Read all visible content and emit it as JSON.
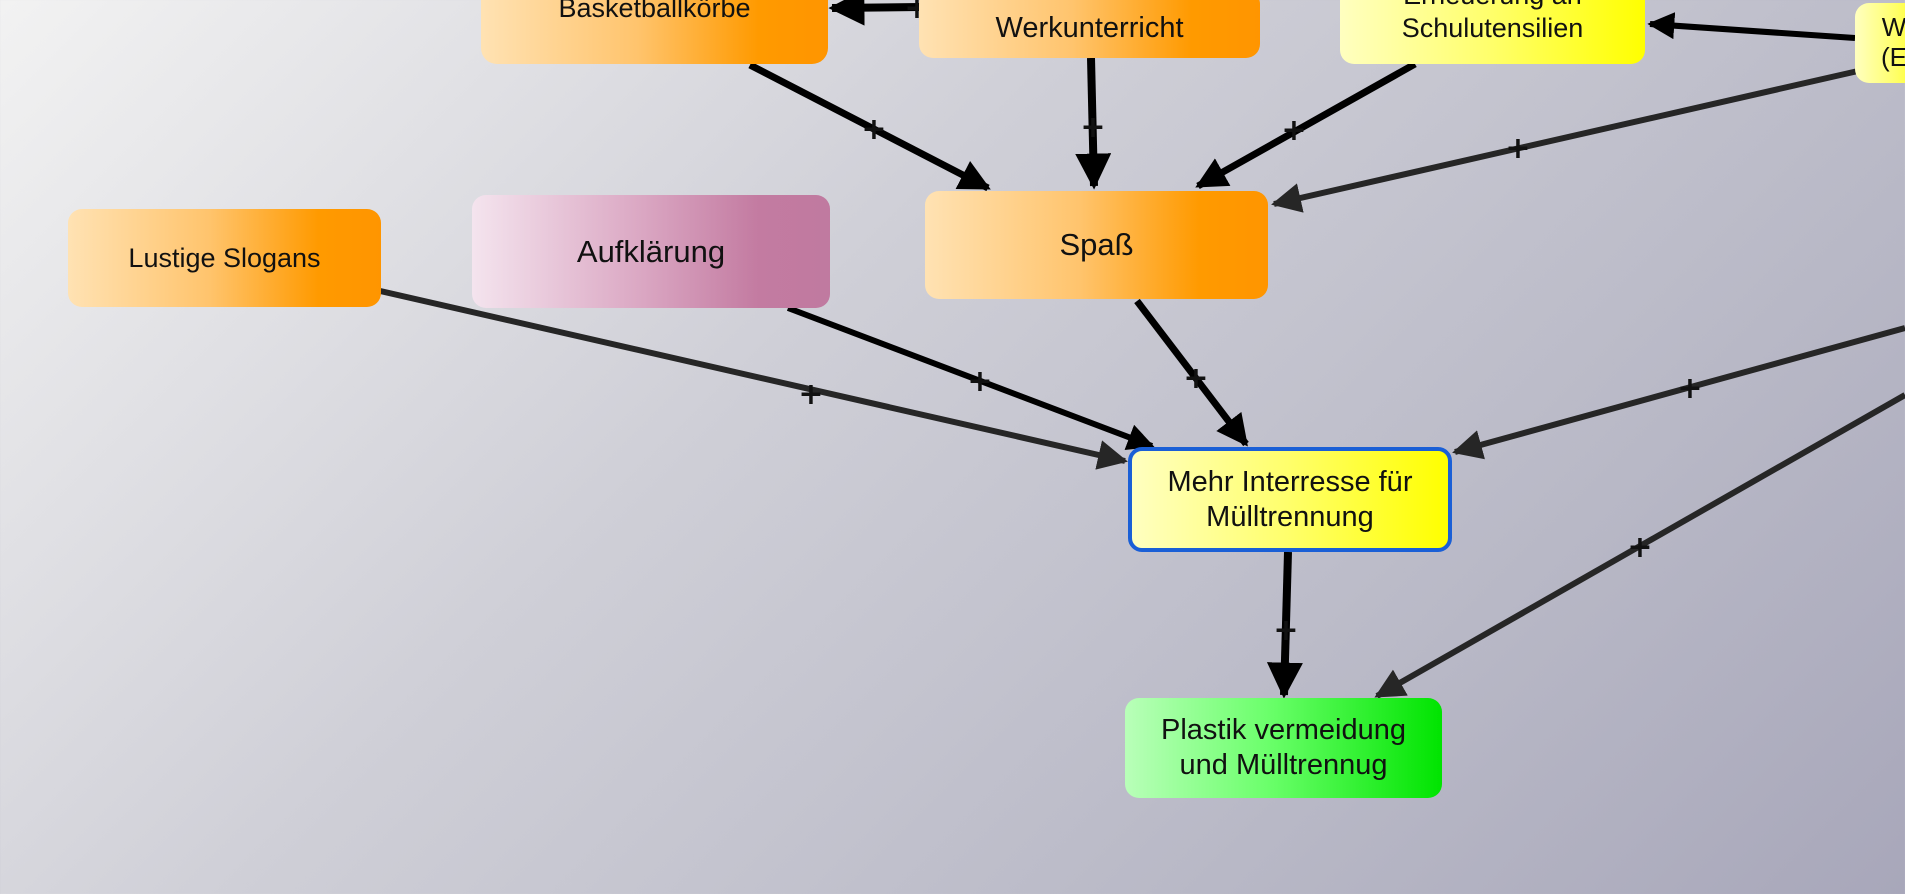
{
  "nodes": {
    "basketballkoerbe": "Basketballkörbe",
    "werkunterricht": "Werkunterricht",
    "erneuerung": "Erneuerung an\nSchulutensilien",
    "offscreen_right": "W\n(E",
    "lustige_slogans": "Lustige Slogans",
    "aufklaerung": "Aufklärung",
    "spass": "Spaß",
    "mehr_interesse": "Mehr Interresse für\nMülltrennung",
    "plastik": "Plastik vermeidung\nund Mülltrennug"
  },
  "edge_sign": "+",
  "colors": {
    "orange": "#ff9a00",
    "yellow": "#ffff00",
    "pink": "#c07aa0",
    "green": "#00e400",
    "selection_border": "#1a5fd6",
    "edge_dark": "#000000",
    "edge_gray": "#262626"
  }
}
